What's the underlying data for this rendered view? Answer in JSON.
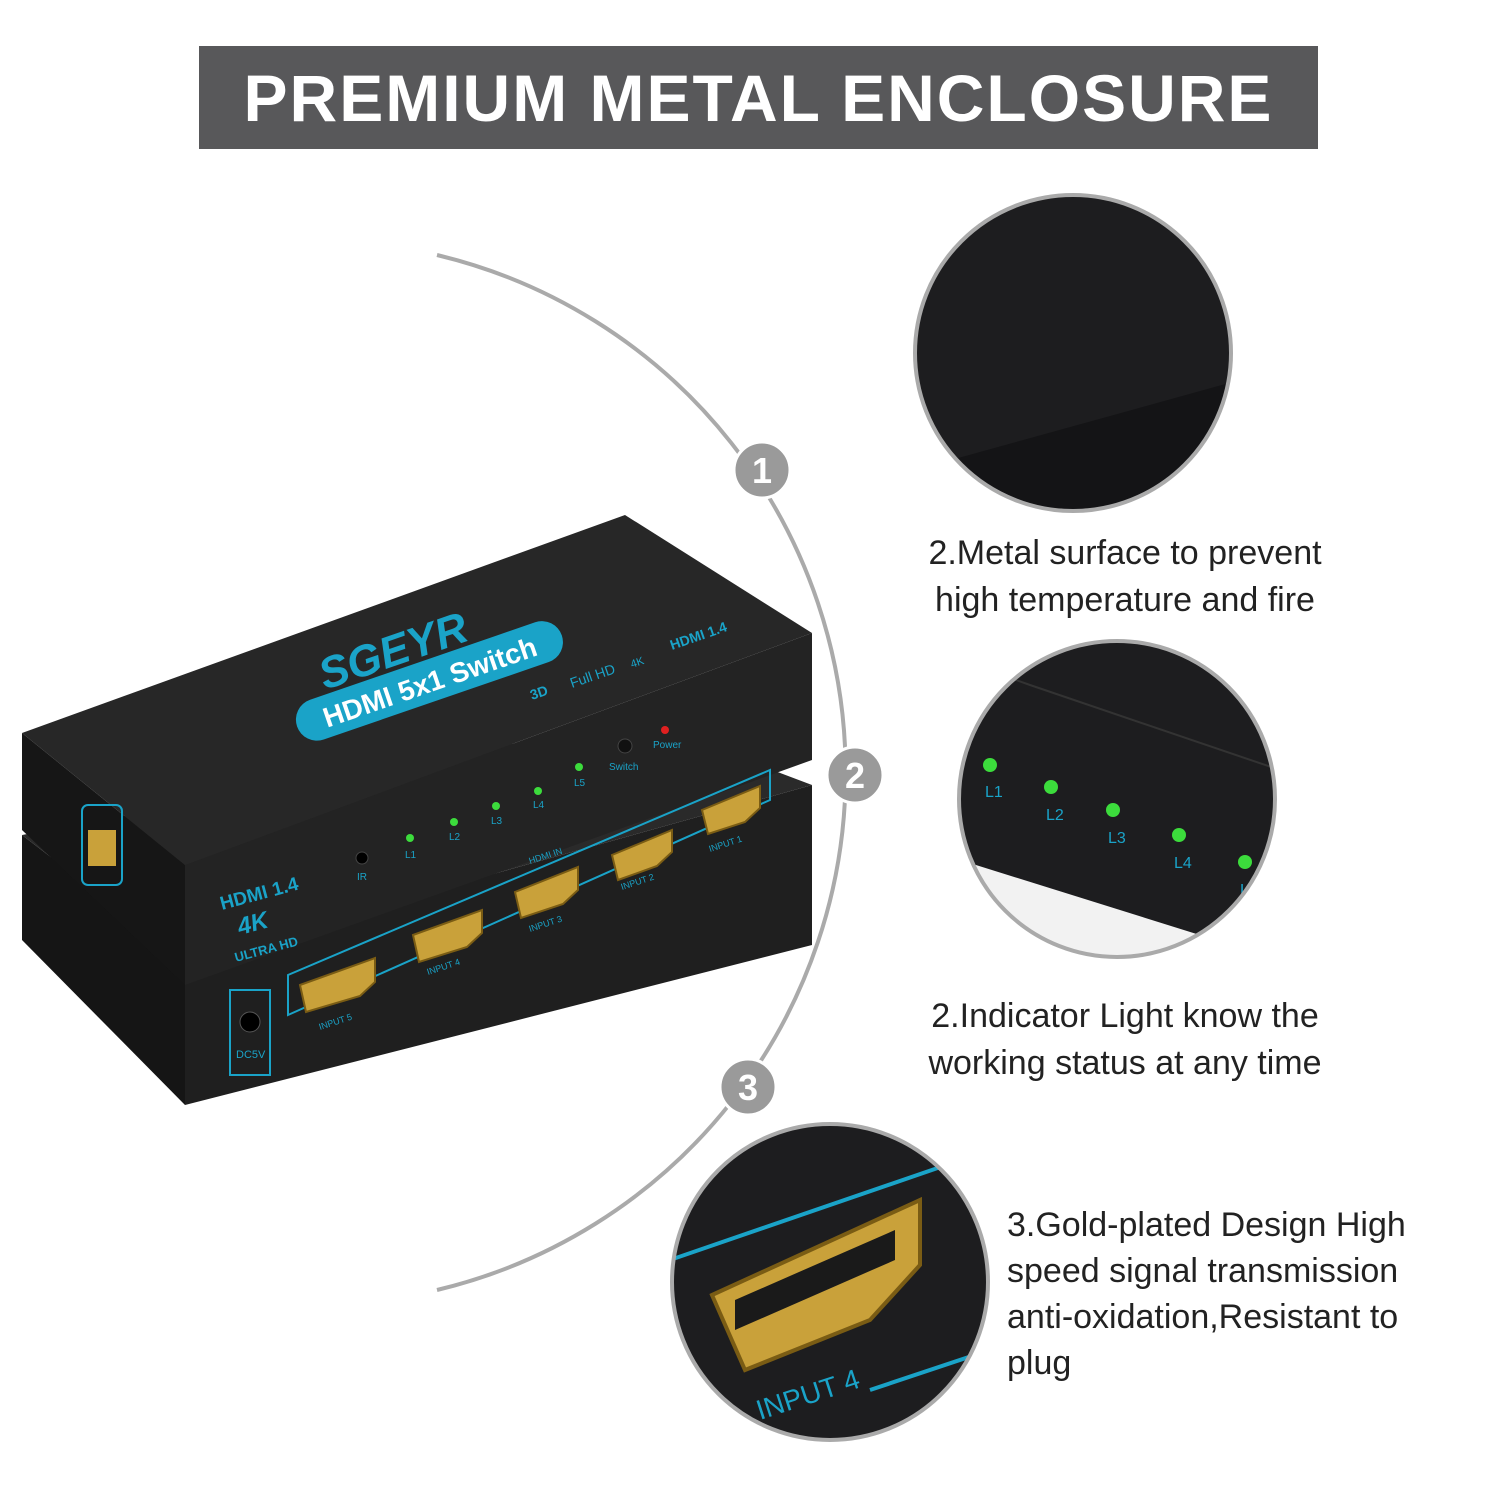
{
  "banner": {
    "title": "PREMIUM METAL ENCLOSURE"
  },
  "steps": [
    "1",
    "2",
    "3"
  ],
  "features": [
    {
      "lines": [
        "2.Metal surface to prevent",
        "high temperature and fire"
      ]
    },
    {
      "lines": [
        "2.Indicator Light know the",
        "working status at any time"
      ]
    },
    {
      "lines": [
        "3.Gold-plated Design  High",
        "speed signal transmission",
        "anti-oxidation,Resistant to",
        "plug"
      ]
    }
  ],
  "device": {
    "brand": "SGEYR",
    "model": "HDMI 5x1 Switch",
    "top_badges": [
      "3D",
      "Full HD",
      "4K",
      "HDMI 1.4"
    ],
    "front_spec": [
      "HDMI 1.4",
      "4K",
      "ULTRA HD"
    ],
    "leds": [
      "L1",
      "L2",
      "L3",
      "L4",
      "L5"
    ],
    "ir_label": "IR",
    "switch_label": "Switch",
    "power_label": "Power",
    "group_label": "HDMI IN",
    "inputs": [
      "INPUT 1",
      "INPUT 2",
      "INPUT 3",
      "INPUT 4",
      "INPUT 5"
    ],
    "power_jack": "DC5V"
  },
  "detail_labels": {
    "input4": "INPUT 4"
  },
  "colors": {
    "banner": "#58585a",
    "accent": "#1aa3c8",
    "led": "#3cdc3c",
    "power_led": "#e02020",
    "gold": "#c9a13a",
    "arc": "#aaaaaa"
  }
}
